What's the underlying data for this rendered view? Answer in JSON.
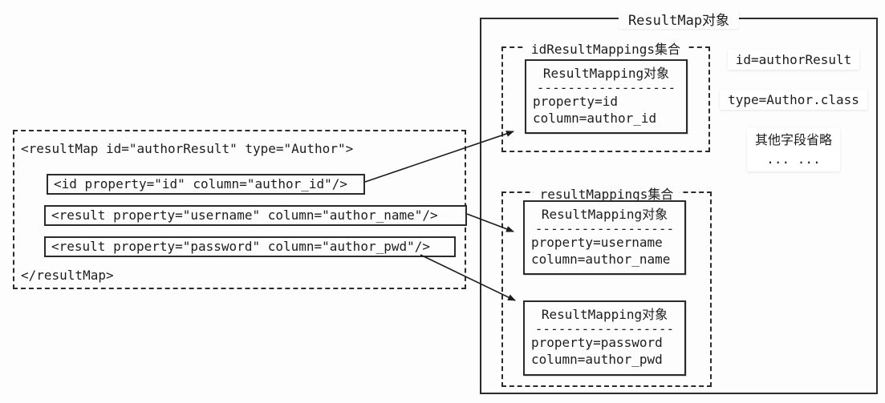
{
  "xml_box": {
    "open_tag": "<resultMap id=\"authorResult\" type=\"Author\">",
    "id_line": "<id property=\"id\" column=\"author_id\"/>",
    "username_line": "<result property=\"username\" column=\"author_name\"/>",
    "password_line": "<result property=\"password\" column=\"author_pwd\"/>",
    "close_tag": "</resultMap>"
  },
  "resultmap": {
    "title": "ResultMap对象",
    "id_collection": {
      "label": "idResultMappings集合",
      "mappings": [
        {
          "title": "ResultMapping对象",
          "separator": "------------------",
          "property": "property=id",
          "column": "column=author_id"
        }
      ]
    },
    "result_collection": {
      "label": "resultMappings集合",
      "mappings": [
        {
          "title": "ResultMapping对象",
          "separator": "------------------",
          "property": "property=username",
          "column": "column=author_name"
        },
        {
          "title": "ResultMapping对象",
          "separator": "------------------",
          "property": "property=password",
          "column": "column=author_pwd"
        }
      ]
    },
    "fields": [
      "id=authorResult",
      "type=Author.class",
      "其他字段省略",
      "... ..."
    ]
  },
  "colors": {
    "line": "#2b2b2b",
    "text": "#1d1d1d",
    "background": "#fdfdfd"
  }
}
